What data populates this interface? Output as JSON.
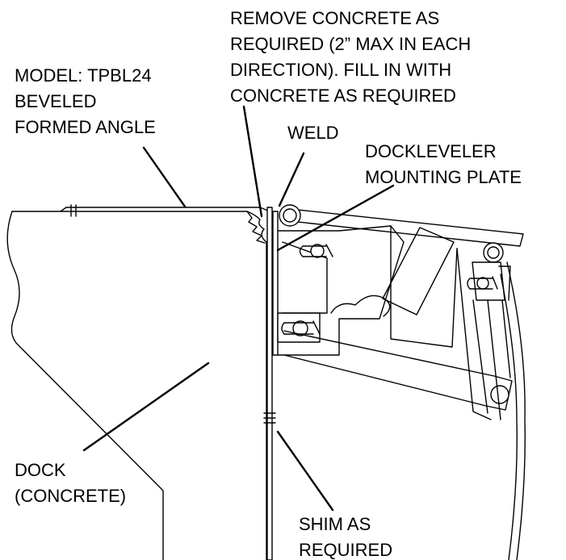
{
  "labels": {
    "remove_concrete": [
      "REMOVE CONCRETE AS",
      "REQUIRED (2” MAX IN EACH",
      "DIRECTION). FILL IN WITH",
      "CONCRETE AS REQUIRED"
    ],
    "model": [
      "MODEL: TPBL24",
      "BEVELED",
      "FORMED ANGLE"
    ],
    "weld": [
      "WELD"
    ],
    "mounting_plate": [
      "DOCKLEVELER",
      "MOUNTING PLATE"
    ],
    "dock": [
      "DOCK",
      "(CONCRETE)"
    ],
    "shim": [
      "SHIM AS",
      "REQUIRED"
    ]
  }
}
